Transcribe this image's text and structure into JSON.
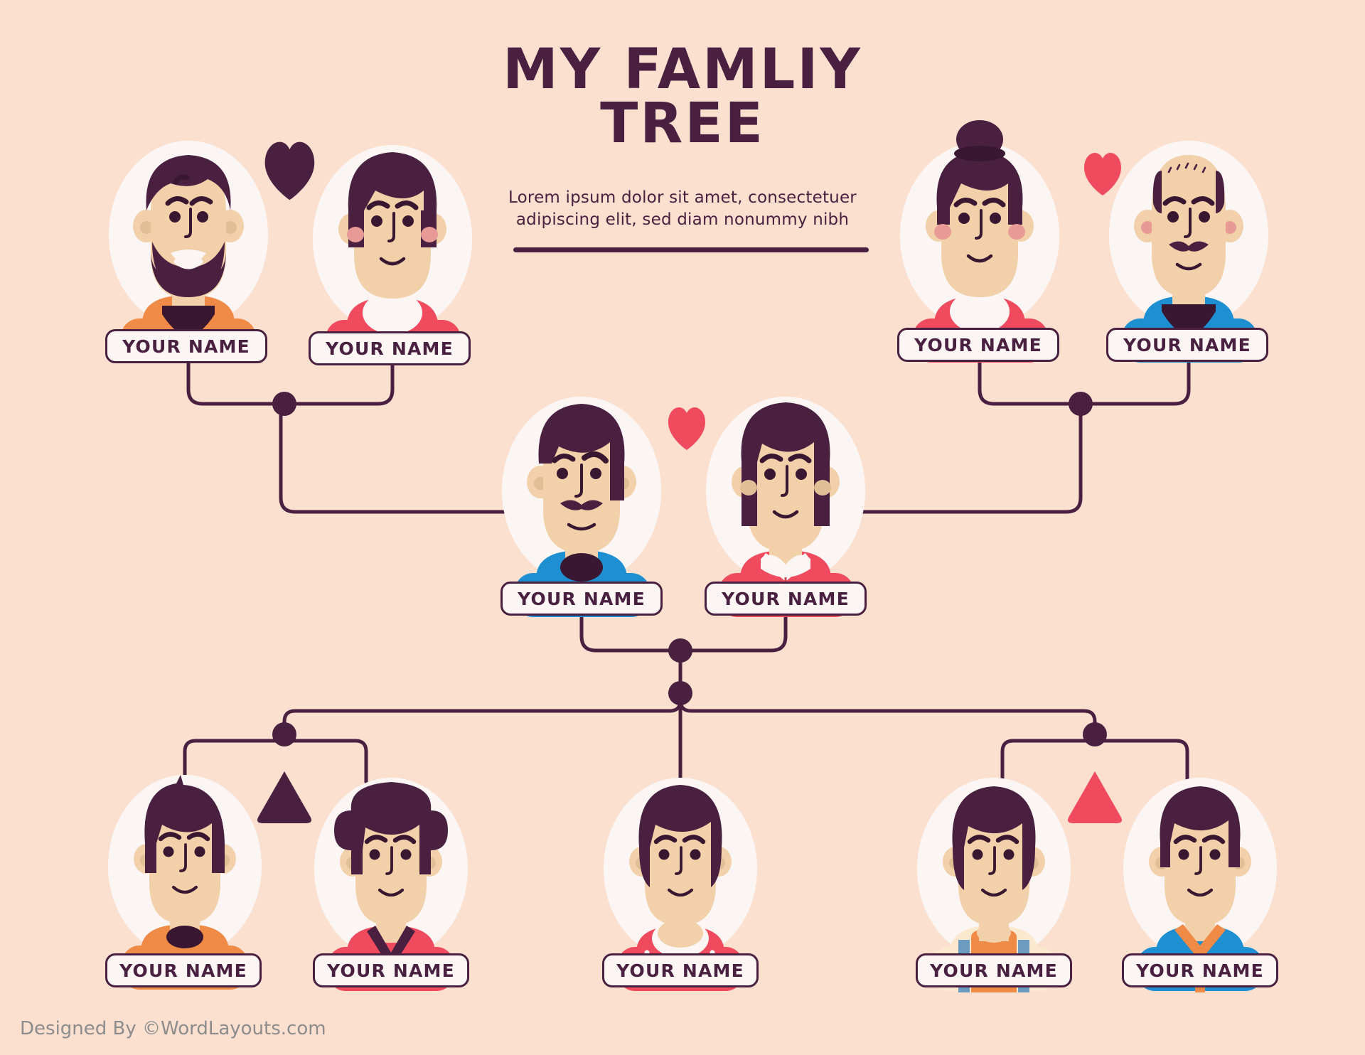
{
  "page": {
    "background_color": "#FBE0D0",
    "title": "MY FAMLIY TREE",
    "title_line1": "MY FAMLIY",
    "title_line2": "TREE",
    "subtitle_line1": "Lorem ipsum dolor sit amet, consectetuer",
    "subtitle_line2": "adipiscing elit, sed diam nonummy nibh",
    "credit": "Designed By ©WordLayouts.com"
  },
  "palette": {
    "dark_purple": "#4A2040",
    "skin": "#F2D0A9",
    "skin_shadow": "#E0BE96",
    "orange": "#F08A47",
    "red": "#F04A5E",
    "blue": "#1E8FD0",
    "white": "#FBF6F4",
    "cream": "#FBE8CE",
    "steel_blue": "#6C9BC0",
    "credit_gray": "#8C8C8C"
  },
  "generations": [
    {
      "name": "grandparents-left",
      "heart_color": "#4A2040",
      "members": [
        {
          "id": "gp-left-1",
          "label": "YOUR NAME",
          "role": "grandfather",
          "hair": "short-beard",
          "shirt": "orange-polo",
          "shirt_color": "#F08A47"
        },
        {
          "id": "gp-left-2",
          "label": "YOUR NAME",
          "role": "grandmother",
          "hair": "bob",
          "shirt": "red-round",
          "shirt_color": "#F04A5E"
        }
      ]
    },
    {
      "name": "grandparents-right",
      "heart_color": "#F04A5E",
      "members": [
        {
          "id": "gp-right-1",
          "label": "YOUR NAME",
          "role": "grandmother",
          "hair": "bun",
          "shirt": "red-round",
          "shirt_color": "#F04A5E"
        },
        {
          "id": "gp-right-2",
          "label": "YOUR NAME",
          "role": "grandfather",
          "hair": "bald-mustache",
          "shirt": "blue-polo",
          "shirt_color": "#1E8FD0"
        }
      ]
    },
    {
      "name": "parents",
      "heart_color": "#F04A5E",
      "members": [
        {
          "id": "parent-1",
          "label": "YOUR NAME",
          "role": "father",
          "hair": "mustache",
          "shirt": "blue-sweater",
          "shirt_color": "#1E8FD0"
        },
        {
          "id": "parent-2",
          "label": "YOUR NAME",
          "role": "mother",
          "hair": "long",
          "shirt": "red-collar-blouse",
          "shirt_color": "#F04A5E"
        }
      ]
    },
    {
      "name": "children",
      "members": [
        {
          "id": "child-1",
          "label": "YOUR NAME",
          "role": "son",
          "hair": "spiky",
          "shirt": "orange-tee",
          "shirt_color": "#F08A47"
        },
        {
          "id": "child-2",
          "label": "YOUR NAME",
          "role": "daughter",
          "hair": "curly",
          "shirt": "red-vneck",
          "shirt_color": "#F04A5E"
        },
        {
          "id": "child-3",
          "label": "YOUR NAME",
          "role": "daughter",
          "hair": "bob",
          "shirt": "red-dotted",
          "shirt_color": "#F04A5E"
        },
        {
          "id": "child-4",
          "label": "YOUR NAME",
          "role": "daughter",
          "hair": "bob",
          "shirt": "orange-overall",
          "shirt_color": "#F08A47"
        },
        {
          "id": "child-5",
          "label": "YOUR NAME",
          "role": "son",
          "hair": "short",
          "shirt": "blue-shirt-orange-collar",
          "shirt_color": "#1E8FD0"
        }
      ]
    }
  ],
  "markers": [
    {
      "id": "sibling-marker-left",
      "shape": "triangle",
      "color": "#4A2040"
    },
    {
      "id": "sibling-marker-right",
      "shape": "triangle",
      "color": "#F04A5E"
    }
  ],
  "hearts": [
    {
      "id": "heart-left",
      "color": "#4A2040"
    },
    {
      "id": "heart-right",
      "color": "#F04A5E"
    },
    {
      "id": "heart-center",
      "color": "#F04A5E"
    }
  ],
  "nameplates": [
    {
      "id": "plate-gp-left-1",
      "label": "YOUR NAME"
    },
    {
      "id": "plate-gp-left-2",
      "label": "YOUR NAME"
    },
    {
      "id": "plate-gp-right-1",
      "label": "YOUR NAME"
    },
    {
      "id": "plate-gp-right-2",
      "label": "YOUR NAME"
    },
    {
      "id": "plate-parent-1",
      "label": "YOUR NAME"
    },
    {
      "id": "plate-parent-2",
      "label": "YOUR NAME"
    },
    {
      "id": "plate-child-1",
      "label": "YOUR NAME"
    },
    {
      "id": "plate-child-2",
      "label": "YOUR NAME"
    },
    {
      "id": "plate-child-3",
      "label": "YOUR NAME"
    },
    {
      "id": "plate-child-4",
      "label": "YOUR NAME"
    },
    {
      "id": "plate-child-5",
      "label": "YOUR NAME"
    }
  ]
}
